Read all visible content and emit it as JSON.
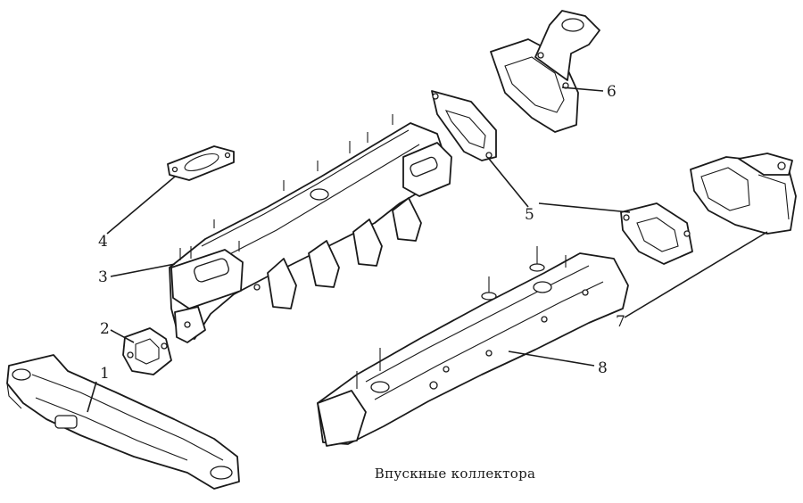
{
  "caption": "Впускные коллектора",
  "labels": {
    "p1": "1",
    "p2": "2",
    "p3": "3",
    "p4": "4",
    "p5": "5",
    "p6": "6",
    "p7": "7",
    "p8": "8"
  },
  "colors": {
    "ink": "#1a1a1a",
    "paper": "#ffffff"
  }
}
